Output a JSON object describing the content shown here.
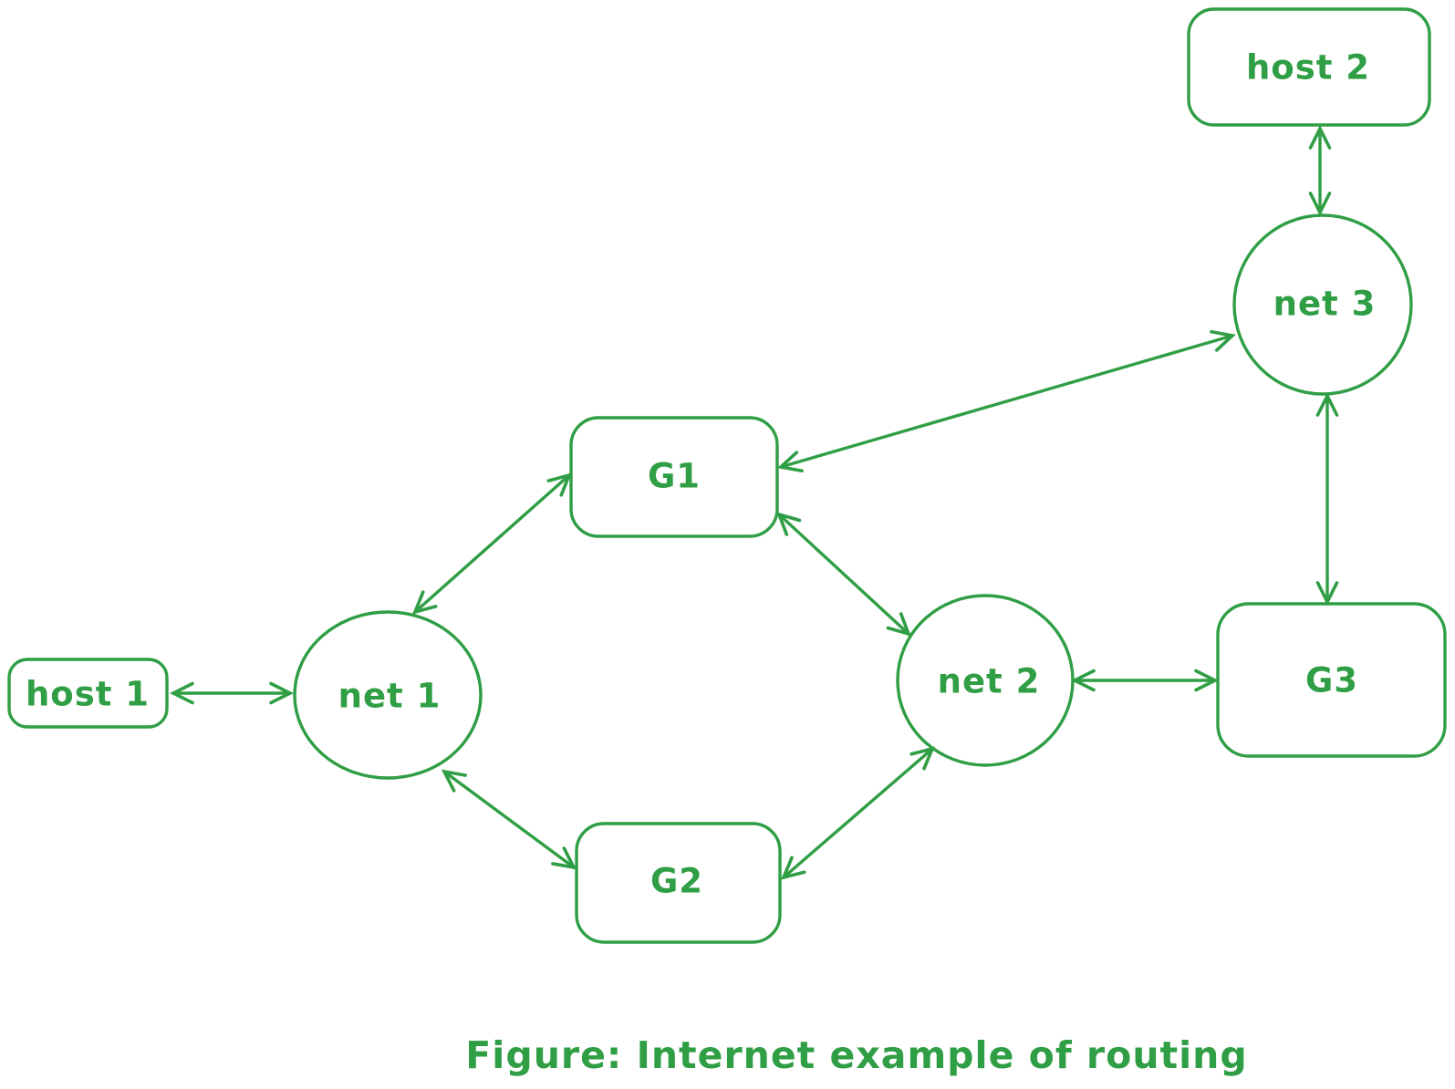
{
  "colors": {
    "ink": "#2f9e44",
    "background": "#ffffff"
  },
  "caption": "Figure: Internet example of routing",
  "nodes": {
    "host1": {
      "label": "host 1",
      "shape": "rounded-rectangle"
    },
    "host2": {
      "label": "host 2",
      "shape": "rounded-rectangle"
    },
    "net1": {
      "label": "net 1",
      "shape": "circle"
    },
    "net2": {
      "label": "net 2",
      "shape": "circle"
    },
    "net3": {
      "label": "net 3",
      "shape": "circle"
    },
    "g1": {
      "label": "G1",
      "shape": "rounded-rectangle"
    },
    "g2": {
      "label": "G2",
      "shape": "rounded-rectangle"
    },
    "g3": {
      "label": "G3",
      "shape": "rounded-rectangle"
    }
  },
  "edges": [
    {
      "from": "host 1",
      "to": "net 1",
      "bidirectional": true
    },
    {
      "from": "net 1",
      "to": "G1",
      "bidirectional": true
    },
    {
      "from": "net 1",
      "to": "G2",
      "bidirectional": true
    },
    {
      "from": "G1",
      "to": "net 2",
      "bidirectional": true
    },
    {
      "from": "G2",
      "to": "net 2",
      "bidirectional": true
    },
    {
      "from": "G1",
      "to": "net 3",
      "bidirectional": true
    },
    {
      "from": "net 2",
      "to": "G3",
      "bidirectional": true
    },
    {
      "from": "net 3",
      "to": "G3",
      "bidirectional": true
    },
    {
      "from": "host 2",
      "to": "net 3",
      "bidirectional": true
    }
  ]
}
